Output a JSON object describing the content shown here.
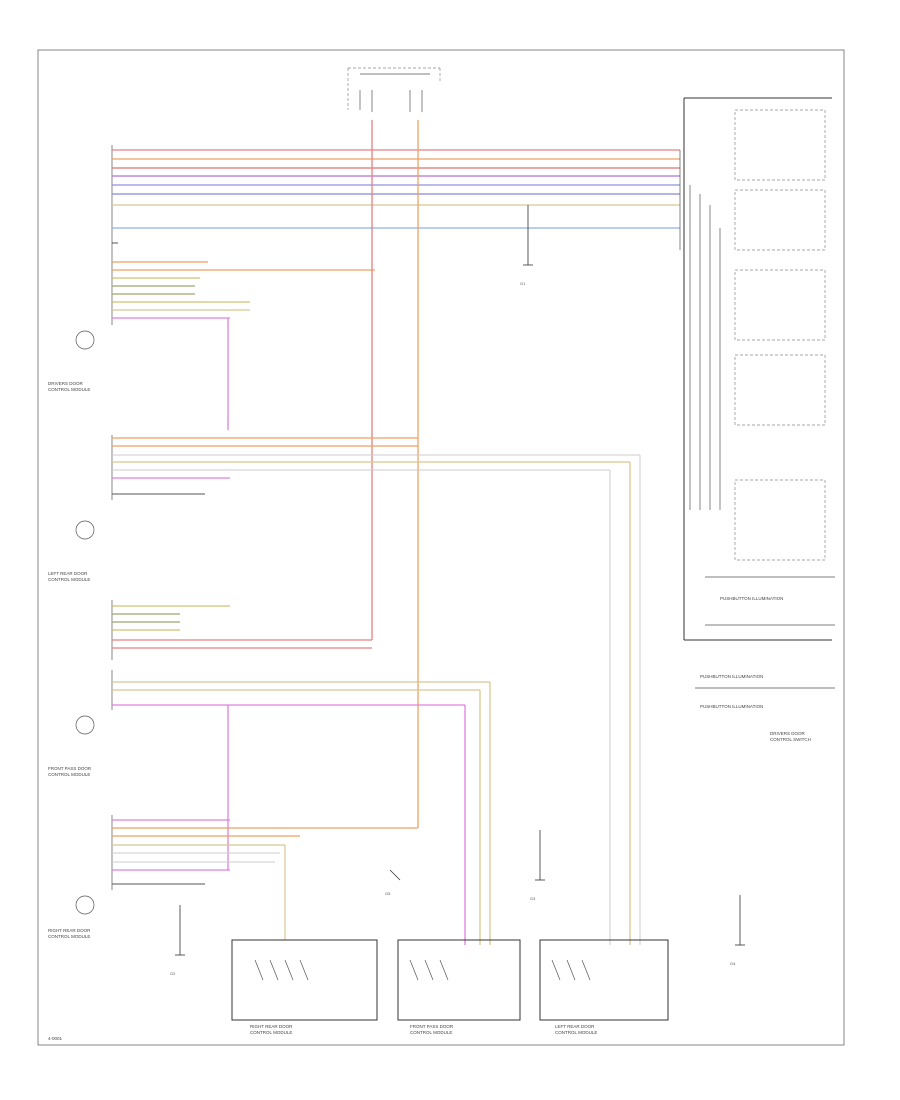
{
  "diagram": {
    "footer_code": "4-0001",
    "boxes": [
      {
        "id": "right-rear-door-module",
        "lines": [
          "RIGHT REAR DOOR",
          "CONTROL MODULE"
        ]
      },
      {
        "id": "front-pass-door-module",
        "lines": [
          "FRONT PASS DOOR",
          "CONTROL MODULE"
        ]
      },
      {
        "id": "left-rear-door-module",
        "lines": [
          "LEFT REAR DOOR",
          "CONTROL MODULE"
        ]
      },
      {
        "id": "drivers-door-switch",
        "lines": [
          "DRIVERS DOOR",
          "CONTROL SWITCH"
        ]
      }
    ],
    "side_labels": [
      {
        "id": "drivers-door-module",
        "lines": [
          "DRIVERS DOOR",
          "CONTROL MODULE"
        ]
      },
      {
        "id": "left-rear-door-cm",
        "lines": [
          "LEFT REAR DOOR",
          "CONTROL MODULE"
        ]
      },
      {
        "id": "front-pass-door-cm",
        "lines": [
          "FRONT PASS DOOR",
          "CONTROL MODULE"
        ]
      },
      {
        "id": "right-rear-door-cm",
        "lines": [
          "RIGHT REAR DOOR",
          "CONTROL MODULE"
        ]
      }
    ],
    "panel_labels": [
      "PUSHBUTTON ILLUMINATION",
      "PUSHBUTTON ILLUMINATION",
      "PUSHBUTTON ILLUMINATION"
    ],
    "ground_labels": [
      "G1",
      "G2",
      "G3",
      "G4",
      "G5"
    ]
  }
}
